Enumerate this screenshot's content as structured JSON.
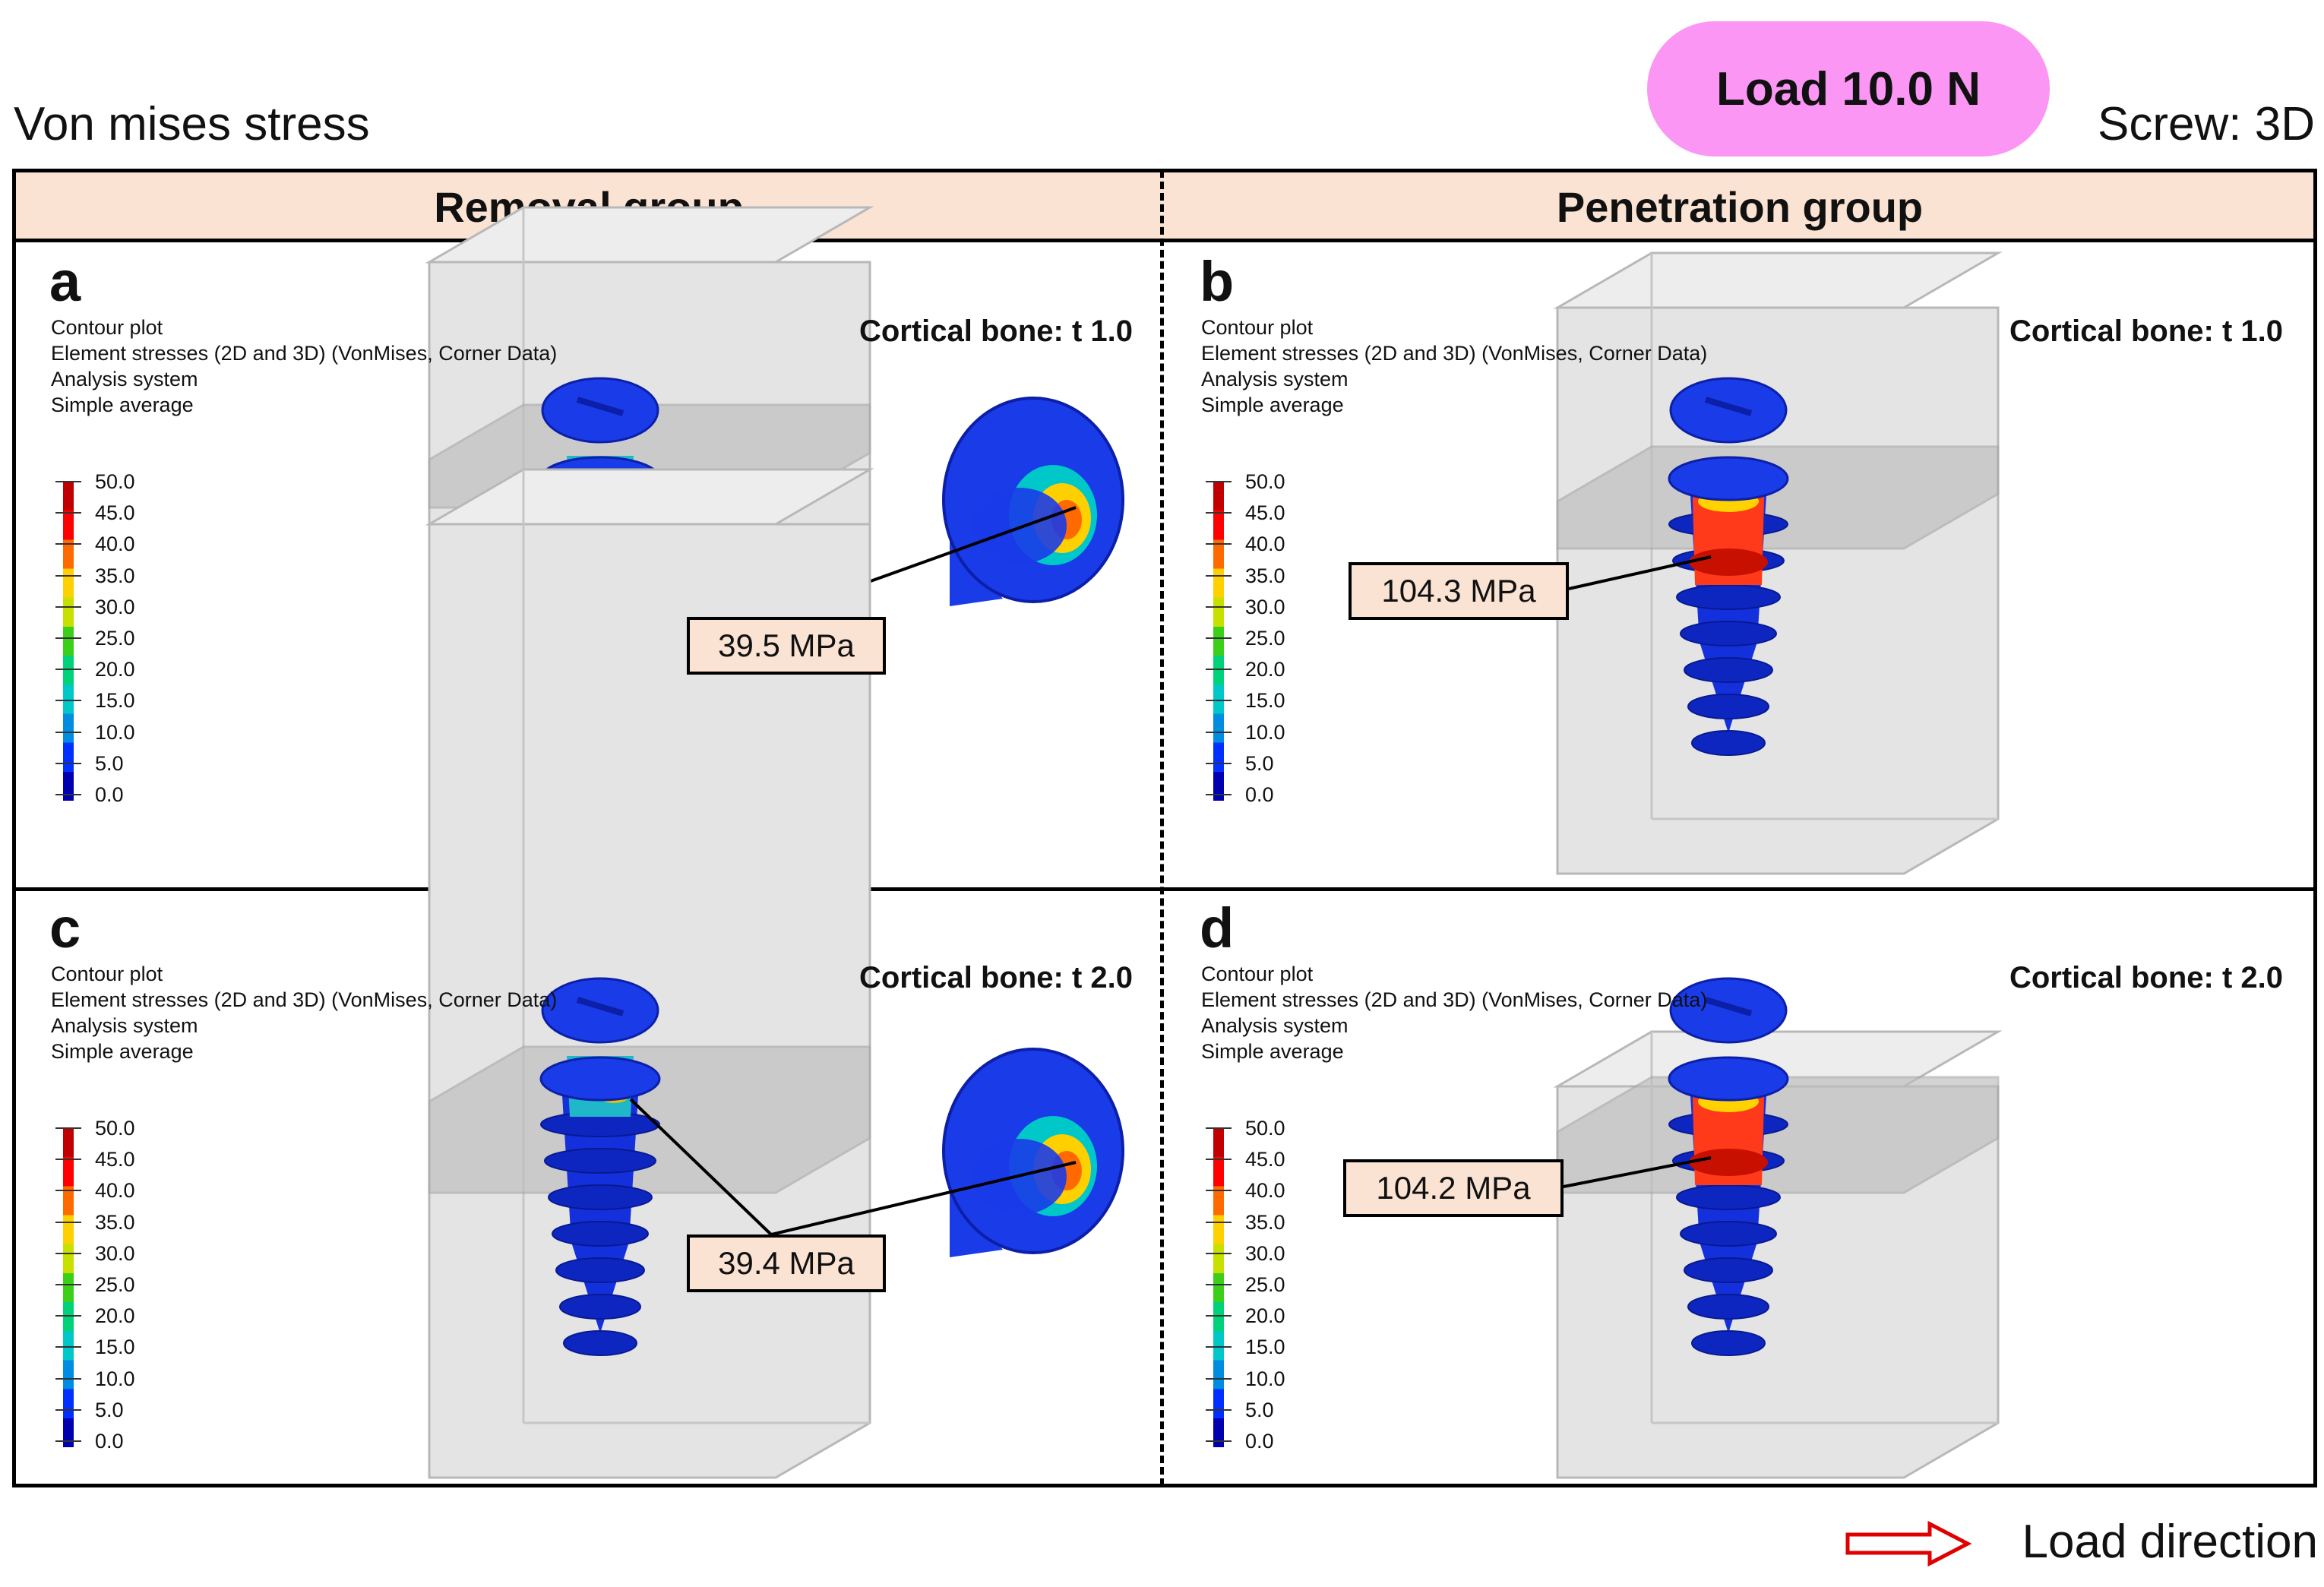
{
  "header": {
    "title_left": "Von mises stress",
    "load_label": "Load 10.0 N",
    "screw_label": "Screw: 3D"
  },
  "groups": {
    "removal": "Removal group",
    "penetration": "Penetration group"
  },
  "info_lines": [
    "Contour plot",
    "Element stresses (2D and 3D) (VonMises, Corner Data)",
    "Analysis system",
    "Simple average"
  ],
  "legend": {
    "labels": [
      "50.0",
      "45.0",
      "40.0",
      "35.0",
      "30.0",
      "25.0",
      "20.0",
      "15.0",
      "10.0",
      "5.0",
      "0.0"
    ],
    "colors": [
      "#c00000",
      "#ff0000",
      "#ff6a00",
      "#ffd000",
      "#c8e000",
      "#3ccf1a",
      "#00d27a",
      "#00c8c8",
      "#008ce0",
      "#0030ff",
      "#0000b0"
    ]
  },
  "panels": [
    {
      "letter": "a",
      "cortical": "Cortical bone: t 1.0",
      "stress": "39.5 MPa"
    },
    {
      "letter": "b",
      "cortical": "Cortical bone: t 1.0",
      "stress": "104.3 MPa"
    },
    {
      "letter": "c",
      "cortical": "Cortical bone: t 2.0",
      "stress": "39.4 MPa"
    },
    {
      "letter": "d",
      "cortical": "Cortical bone: t 2.0",
      "stress": "104.2 MPa"
    }
  ],
  "footer": {
    "load_direction": "Load direction"
  },
  "colors": {
    "pill": "#fb96f4",
    "header_band": "#fbe3d3",
    "arrow": "#e00000",
    "screw": "#1030e8"
  }
}
